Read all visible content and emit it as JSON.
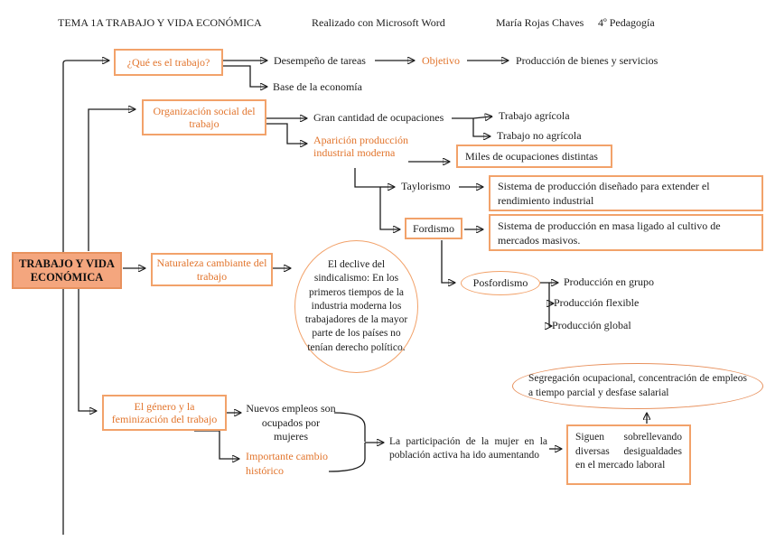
{
  "header": {
    "title": "TEMA 1A TRABAJO Y VIDA ECONÓMICA",
    "made_with": "Realizado con Microsoft Word",
    "author": "María Rojas Chaves",
    "course": "4º Pedagogía"
  },
  "root": {
    "label": "TRABAJO Y VIDA ECONÓMICA"
  },
  "b1": {
    "topic": "¿Qué es el trabajo?",
    "desempeno": "Desempeño de tareas",
    "objetivo": "Objetivo",
    "produccion": "Producción de bienes y servicios",
    "base": "Base de la economía"
  },
  "b2": {
    "topic": "Organización social del trabajo",
    "gran": "Gran cantidad de ocupaciones",
    "agricola": "Trabajo agrícola",
    "no_agricola": "Trabajo no agrícola",
    "aparicion": "Aparición producción industrial moderna",
    "miles": "Miles de ocupaciones distintas",
    "taylorismo": "Taylorismo",
    "taylorismo_def": "Sistema de producción diseñado para extender el rendimiento industrial",
    "fordismo": "Fordismo",
    "fordismo_def": "Sistema de producción en masa ligado al cultivo de mercados masivos.",
    "posfordismo": "Posfordismo",
    "grupo": "Producción en grupo",
    "flexible": "Producción flexible",
    "global": "Producción global"
  },
  "b3": {
    "topic": "Naturaleza cambiante del trabajo",
    "declive": "El declive del sindicalismo: En los primeros tiempos de la industria moderna los trabajadores de la mayor parte de los países no tenían derecho político."
  },
  "b4": {
    "topic": "El género y la feminización del trabajo",
    "nuevos": "Nuevos empleos son ocupados por mujeres",
    "importante": "Importante cambio histórico",
    "participacion": "La participación de la mujer en la población activa ha ido aumentando",
    "siguen": "Siguen sobrellevando diversas desigualdades en el mercado laboral",
    "segregacion": "Segregación ocupacional, concentración de empleos a tiempo parcial y desfase salarial"
  },
  "colors": {
    "orange_text": "#e2752d",
    "orange_border": "#f2a26a",
    "root_fill": "#f4a67e",
    "root_border": "#e8915d",
    "line": "#1c1c1c"
  }
}
